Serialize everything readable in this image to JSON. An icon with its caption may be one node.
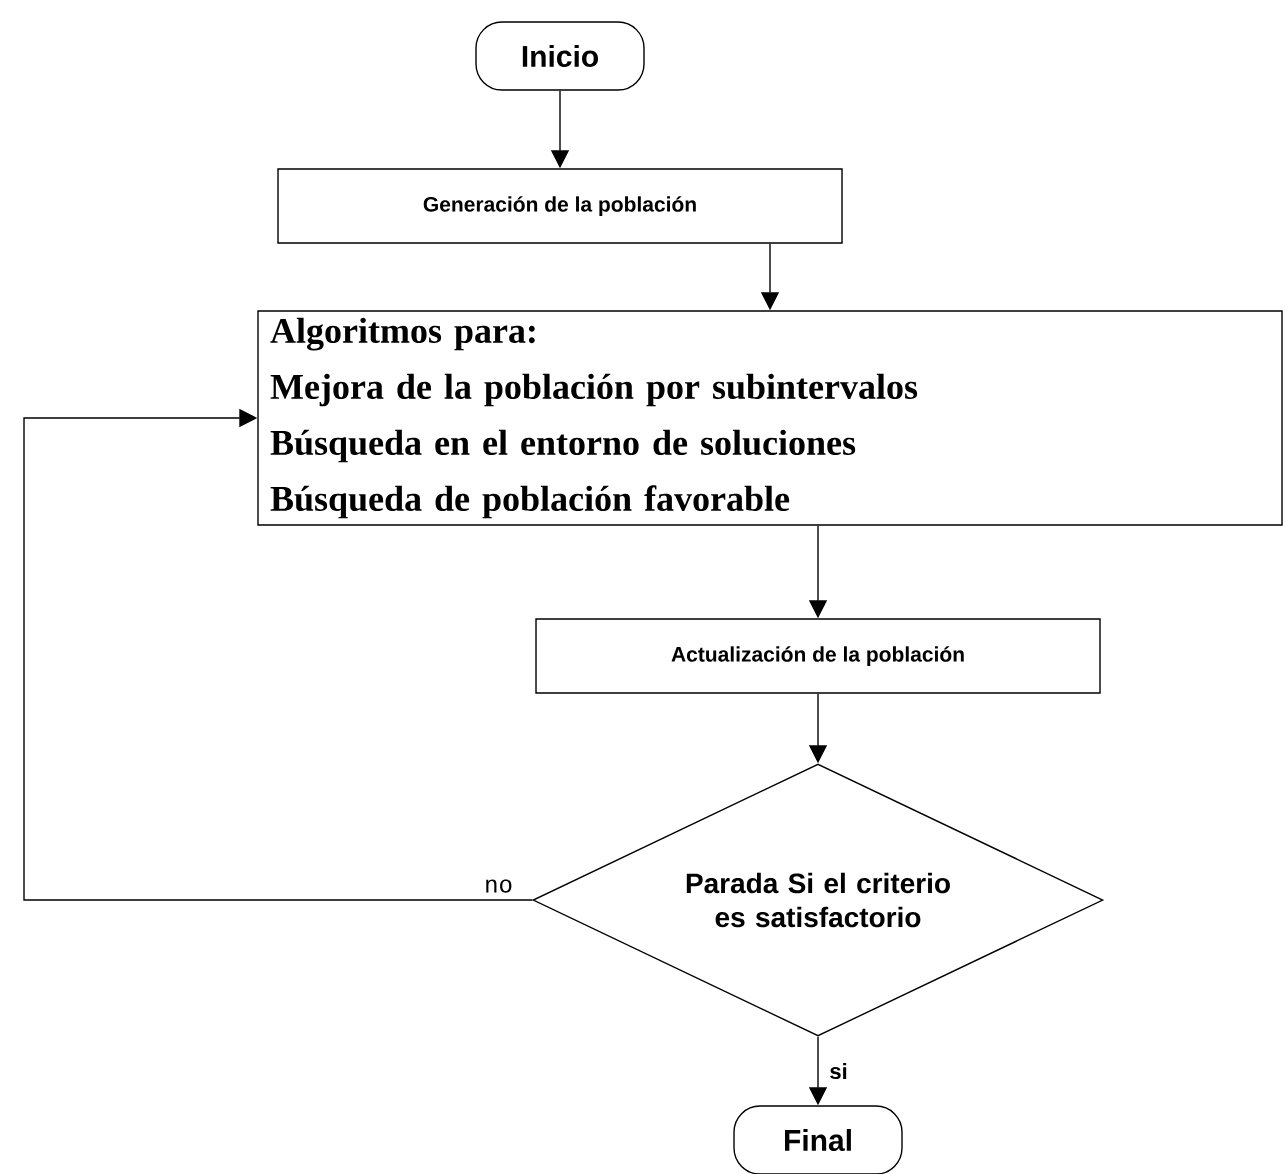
{
  "diagram": {
    "nodes": [
      {
        "text": [
          "Inicio"
        ]
      },
      {
        "text": [
          "Generación de la población"
        ]
      },
      {
        "text": [
          "Algoritmos para:",
          "Mejora de la población por subintervalos",
          "Búsqueda en el entorno de soluciones",
          "Búsqueda de población favorable"
        ]
      },
      {
        "text": [
          "Actualización de la población"
        ]
      },
      {
        "text": [
          "Parada Si el criterio es satisfactorio"
        ]
      },
      {
        "text": [
          "Final"
        ]
      }
    ],
    "edges": [
      {
        "from": 0,
        "to": 1,
        "arrow": "to"
      },
      {
        "from": 1,
        "to": 2,
        "arrow": "to"
      },
      {
        "from": 2,
        "to": 3,
        "arrow": "to"
      },
      {
        "from": 3,
        "to": 4,
        "arrow": "to"
      },
      {
        "from": 4,
        "to": 5,
        "arrow": "to",
        "label": "si"
      },
      {
        "from": 4,
        "to": 2,
        "arrow": "to",
        "label": "no"
      }
    ]
  }
}
